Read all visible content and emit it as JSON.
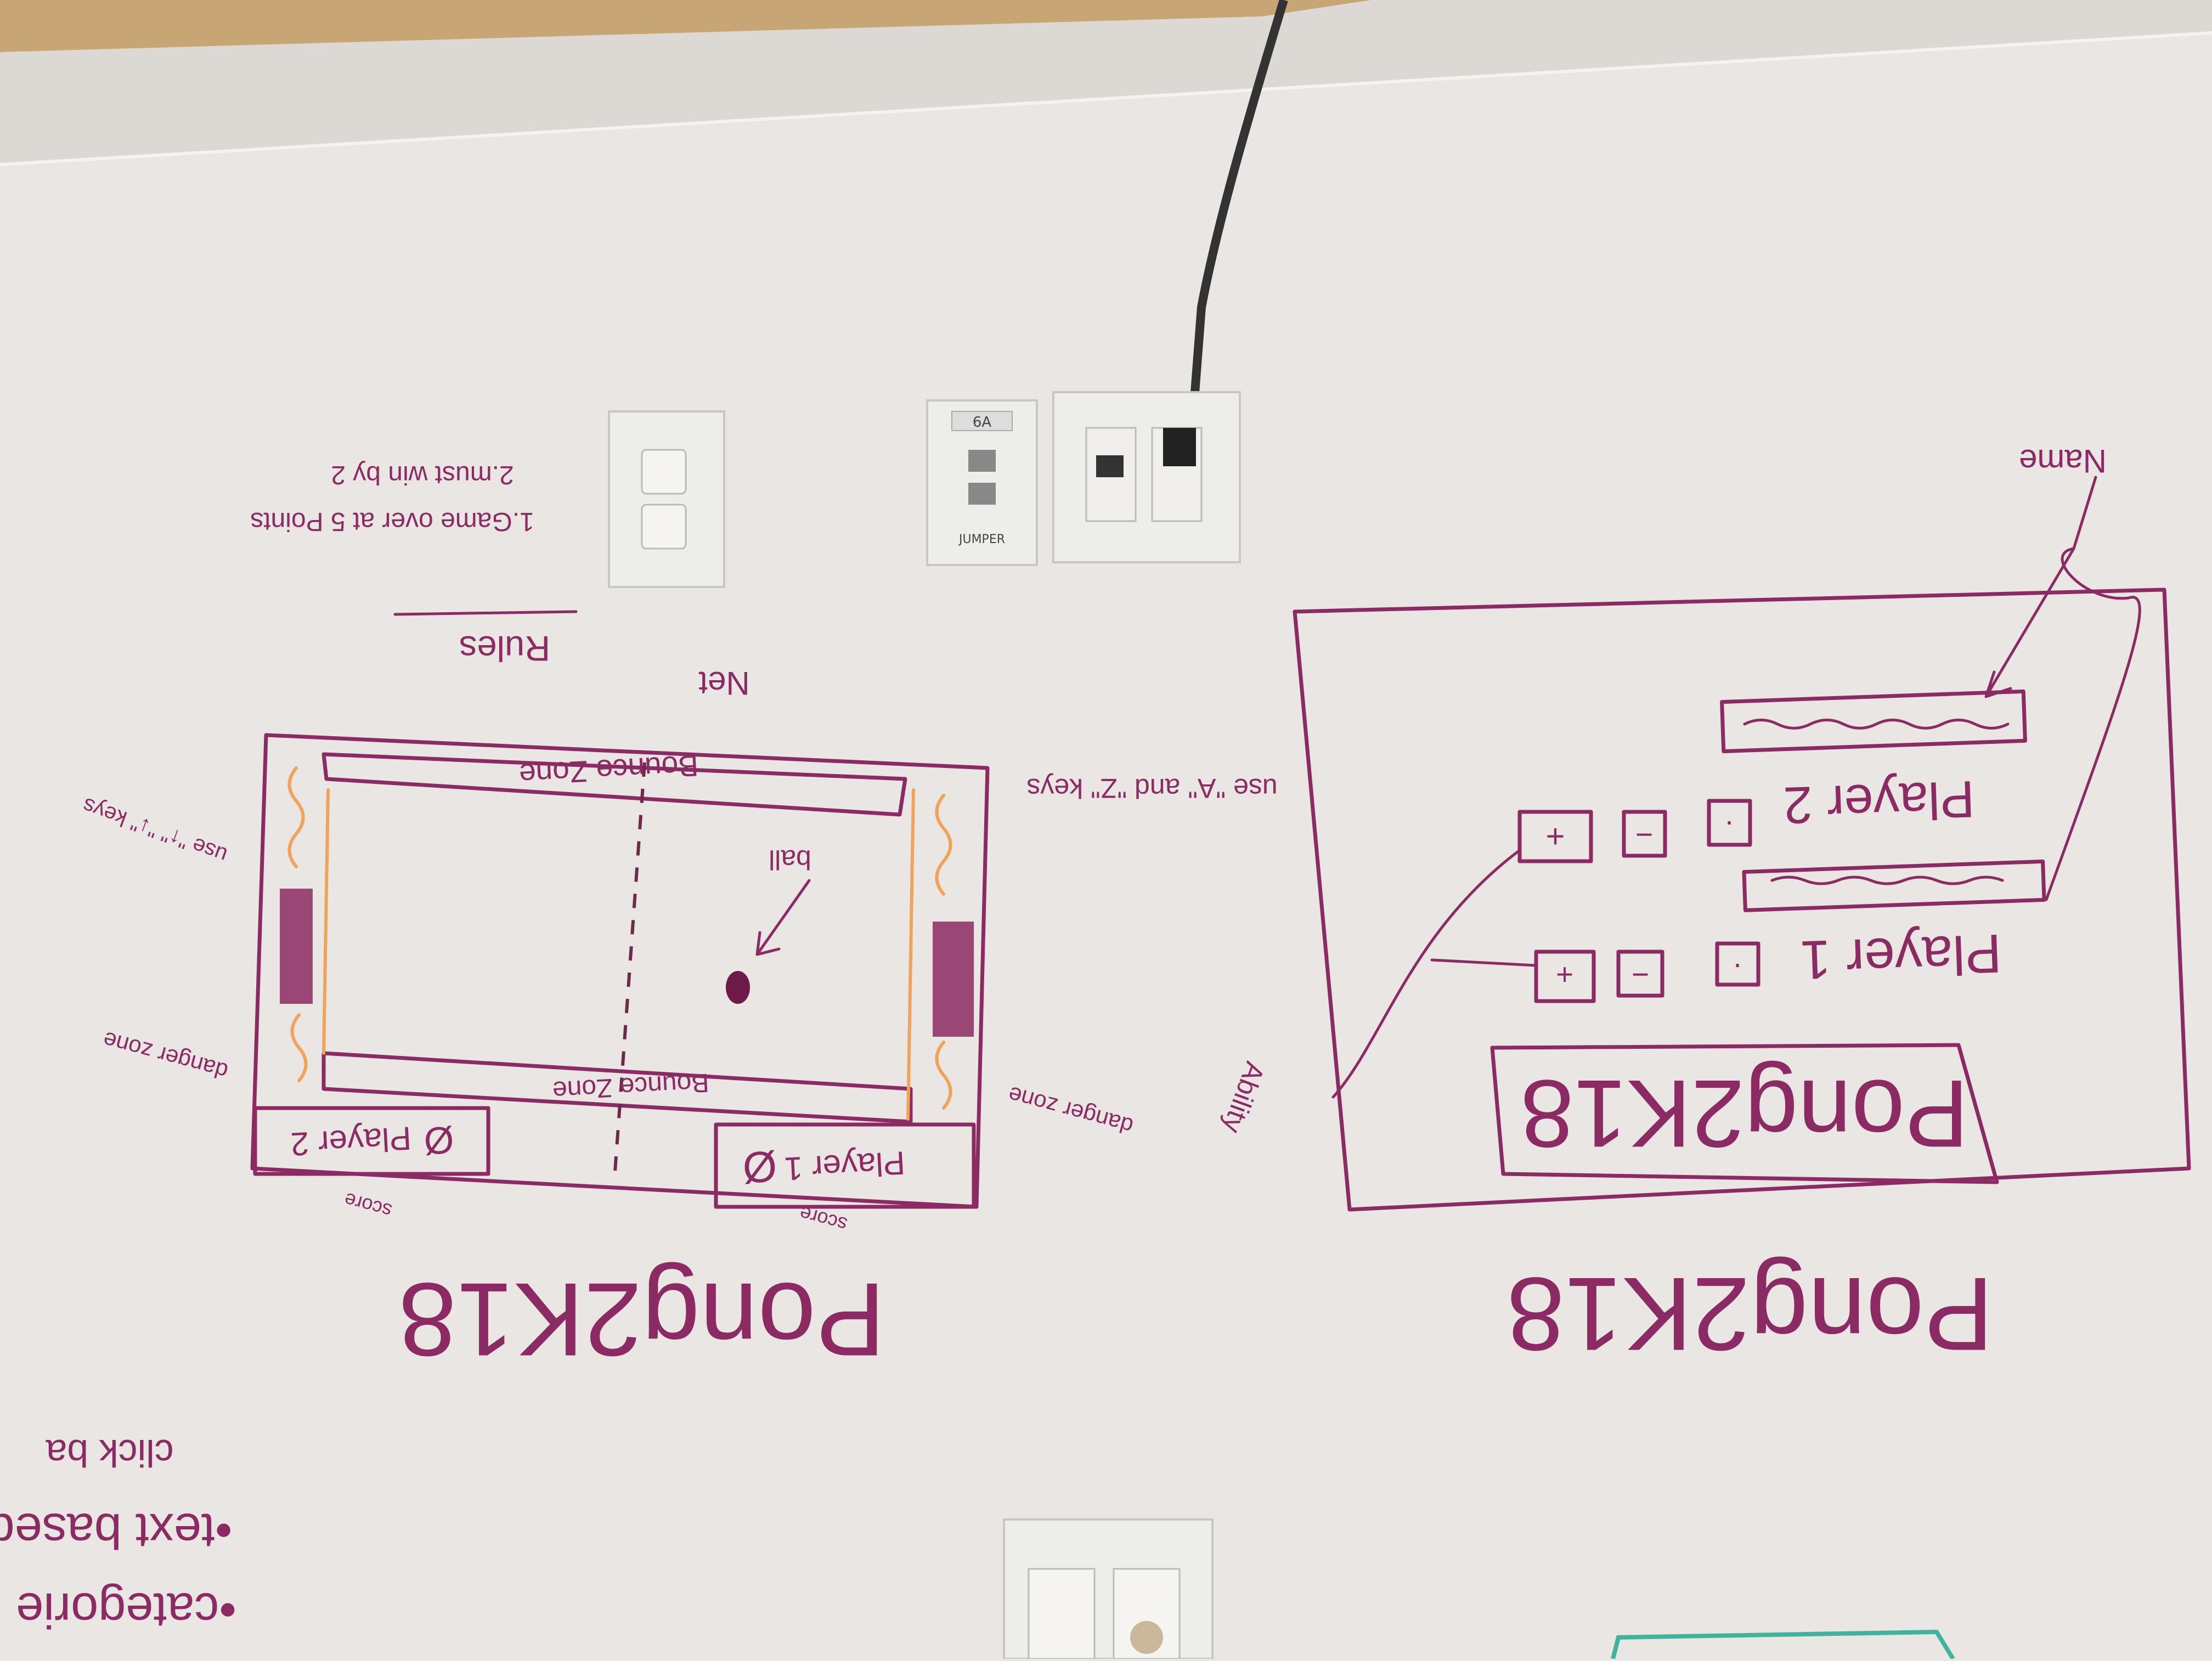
{
  "scene": {
    "left_sketch": {
      "title": "Pong2K18",
      "rules_heading": "Rules",
      "rules": [
        "1.Game over at 5 Points",
        "2.must win by 2"
      ],
      "net_label": "Net",
      "ball_label": "ball",
      "bounce_zone_top": "Bounce Zone",
      "bounce_zone_bottom": "Bounce Zone",
      "player1_label": "Player 1",
      "player1_score": "Ø",
      "player2_label": "Player 2",
      "player2_score": "Ø",
      "score_label_1": "score",
      "score_label_2": "score",
      "danger_zone_left": "danger zone",
      "danger_zone_right": "danger zone",
      "keys_left": "use \"A\" and \"Z\" keys",
      "keys_right": "use \"↑\" \"↓\" keys"
    },
    "right_sketch": {
      "title": "Pong2K18",
      "banner": "Pong2K18",
      "player1_label": "Player 1",
      "player2_label": "Player 2",
      "name_label": "Name",
      "ability_label": "Ability",
      "buttons": [
        "+",
        "−",
        "·"
      ]
    },
    "bottom_left_notes": [
      "•categorie",
      "•text based",
      "click ba"
    ],
    "wall_plates": {
      "jack_tag": "6A",
      "jack_brand": "JUMPER"
    },
    "colors": {
      "marker": "#8c2a63",
      "accent": "#f0a35a",
      "board": "#e9e6e3",
      "trim": "#c8a574"
    }
  }
}
